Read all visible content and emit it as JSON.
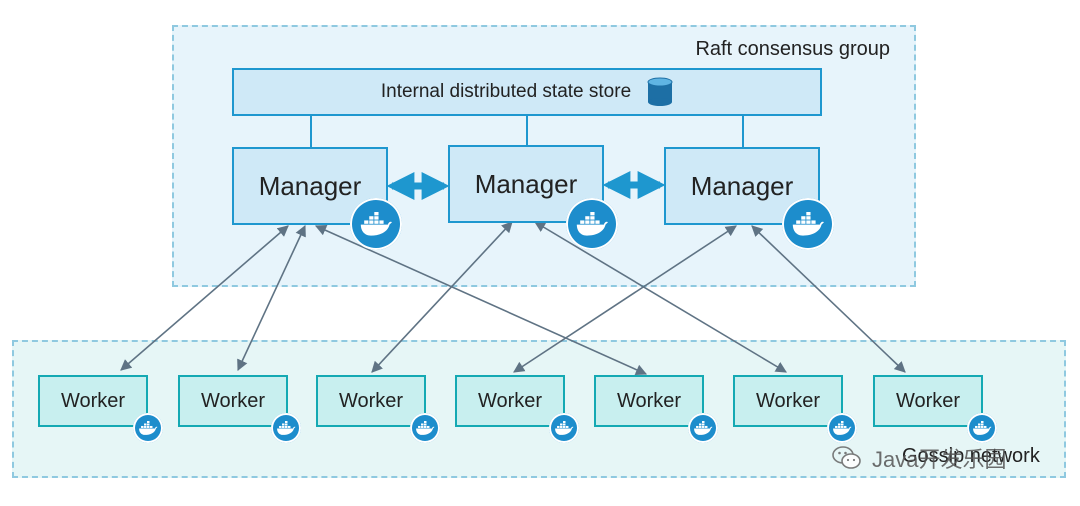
{
  "groups": {
    "raft_label": "Raft consensus group",
    "gossip_label": "Gossip network"
  },
  "store": {
    "label": "Internal distributed state store",
    "icon": "database-icon"
  },
  "managers": [
    {
      "label": "Manager",
      "icon": "docker-whale-icon"
    },
    {
      "label": "Manager",
      "icon": "docker-whale-icon"
    },
    {
      "label": "Manager",
      "icon": "docker-whale-icon"
    }
  ],
  "workers": [
    {
      "label": "Worker",
      "icon": "docker-whale-icon"
    },
    {
      "label": "Worker",
      "icon": "docker-whale-icon"
    },
    {
      "label": "Worker",
      "icon": "docker-whale-icon"
    },
    {
      "label": "Worker",
      "icon": "docker-whale-icon"
    },
    {
      "label": "Worker",
      "icon": "docker-whale-icon"
    },
    {
      "label": "Worker",
      "icon": "docker-whale-icon"
    },
    {
      "label": "Worker",
      "icon": "docker-whale-icon"
    }
  ],
  "watermark": {
    "text": "Java开发乐园",
    "icon": "wechat-icon"
  },
  "colors": {
    "raft_bg": "#e7f4fb",
    "gossip_bg": "#e6f6f6",
    "manager_border": "#1e97cf",
    "worker_border": "#14a9b3",
    "docker_blue": "#1d8dcc",
    "connector": "#5f7384"
  }
}
